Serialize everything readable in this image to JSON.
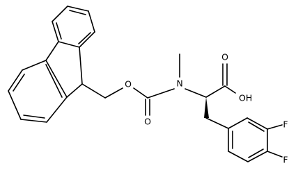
{
  "structure": {
    "colors": {
      "bond": "#000000",
      "background": "#ffffff"
    },
    "atom_labels": {
      "ester_oxygen": "O",
      "carbonyl_oxygen": "O",
      "nitrogen": "N",
      "hydroxyl": "OH",
      "fluorine_top": "F",
      "fluorine_bottom": "F"
    }
  }
}
